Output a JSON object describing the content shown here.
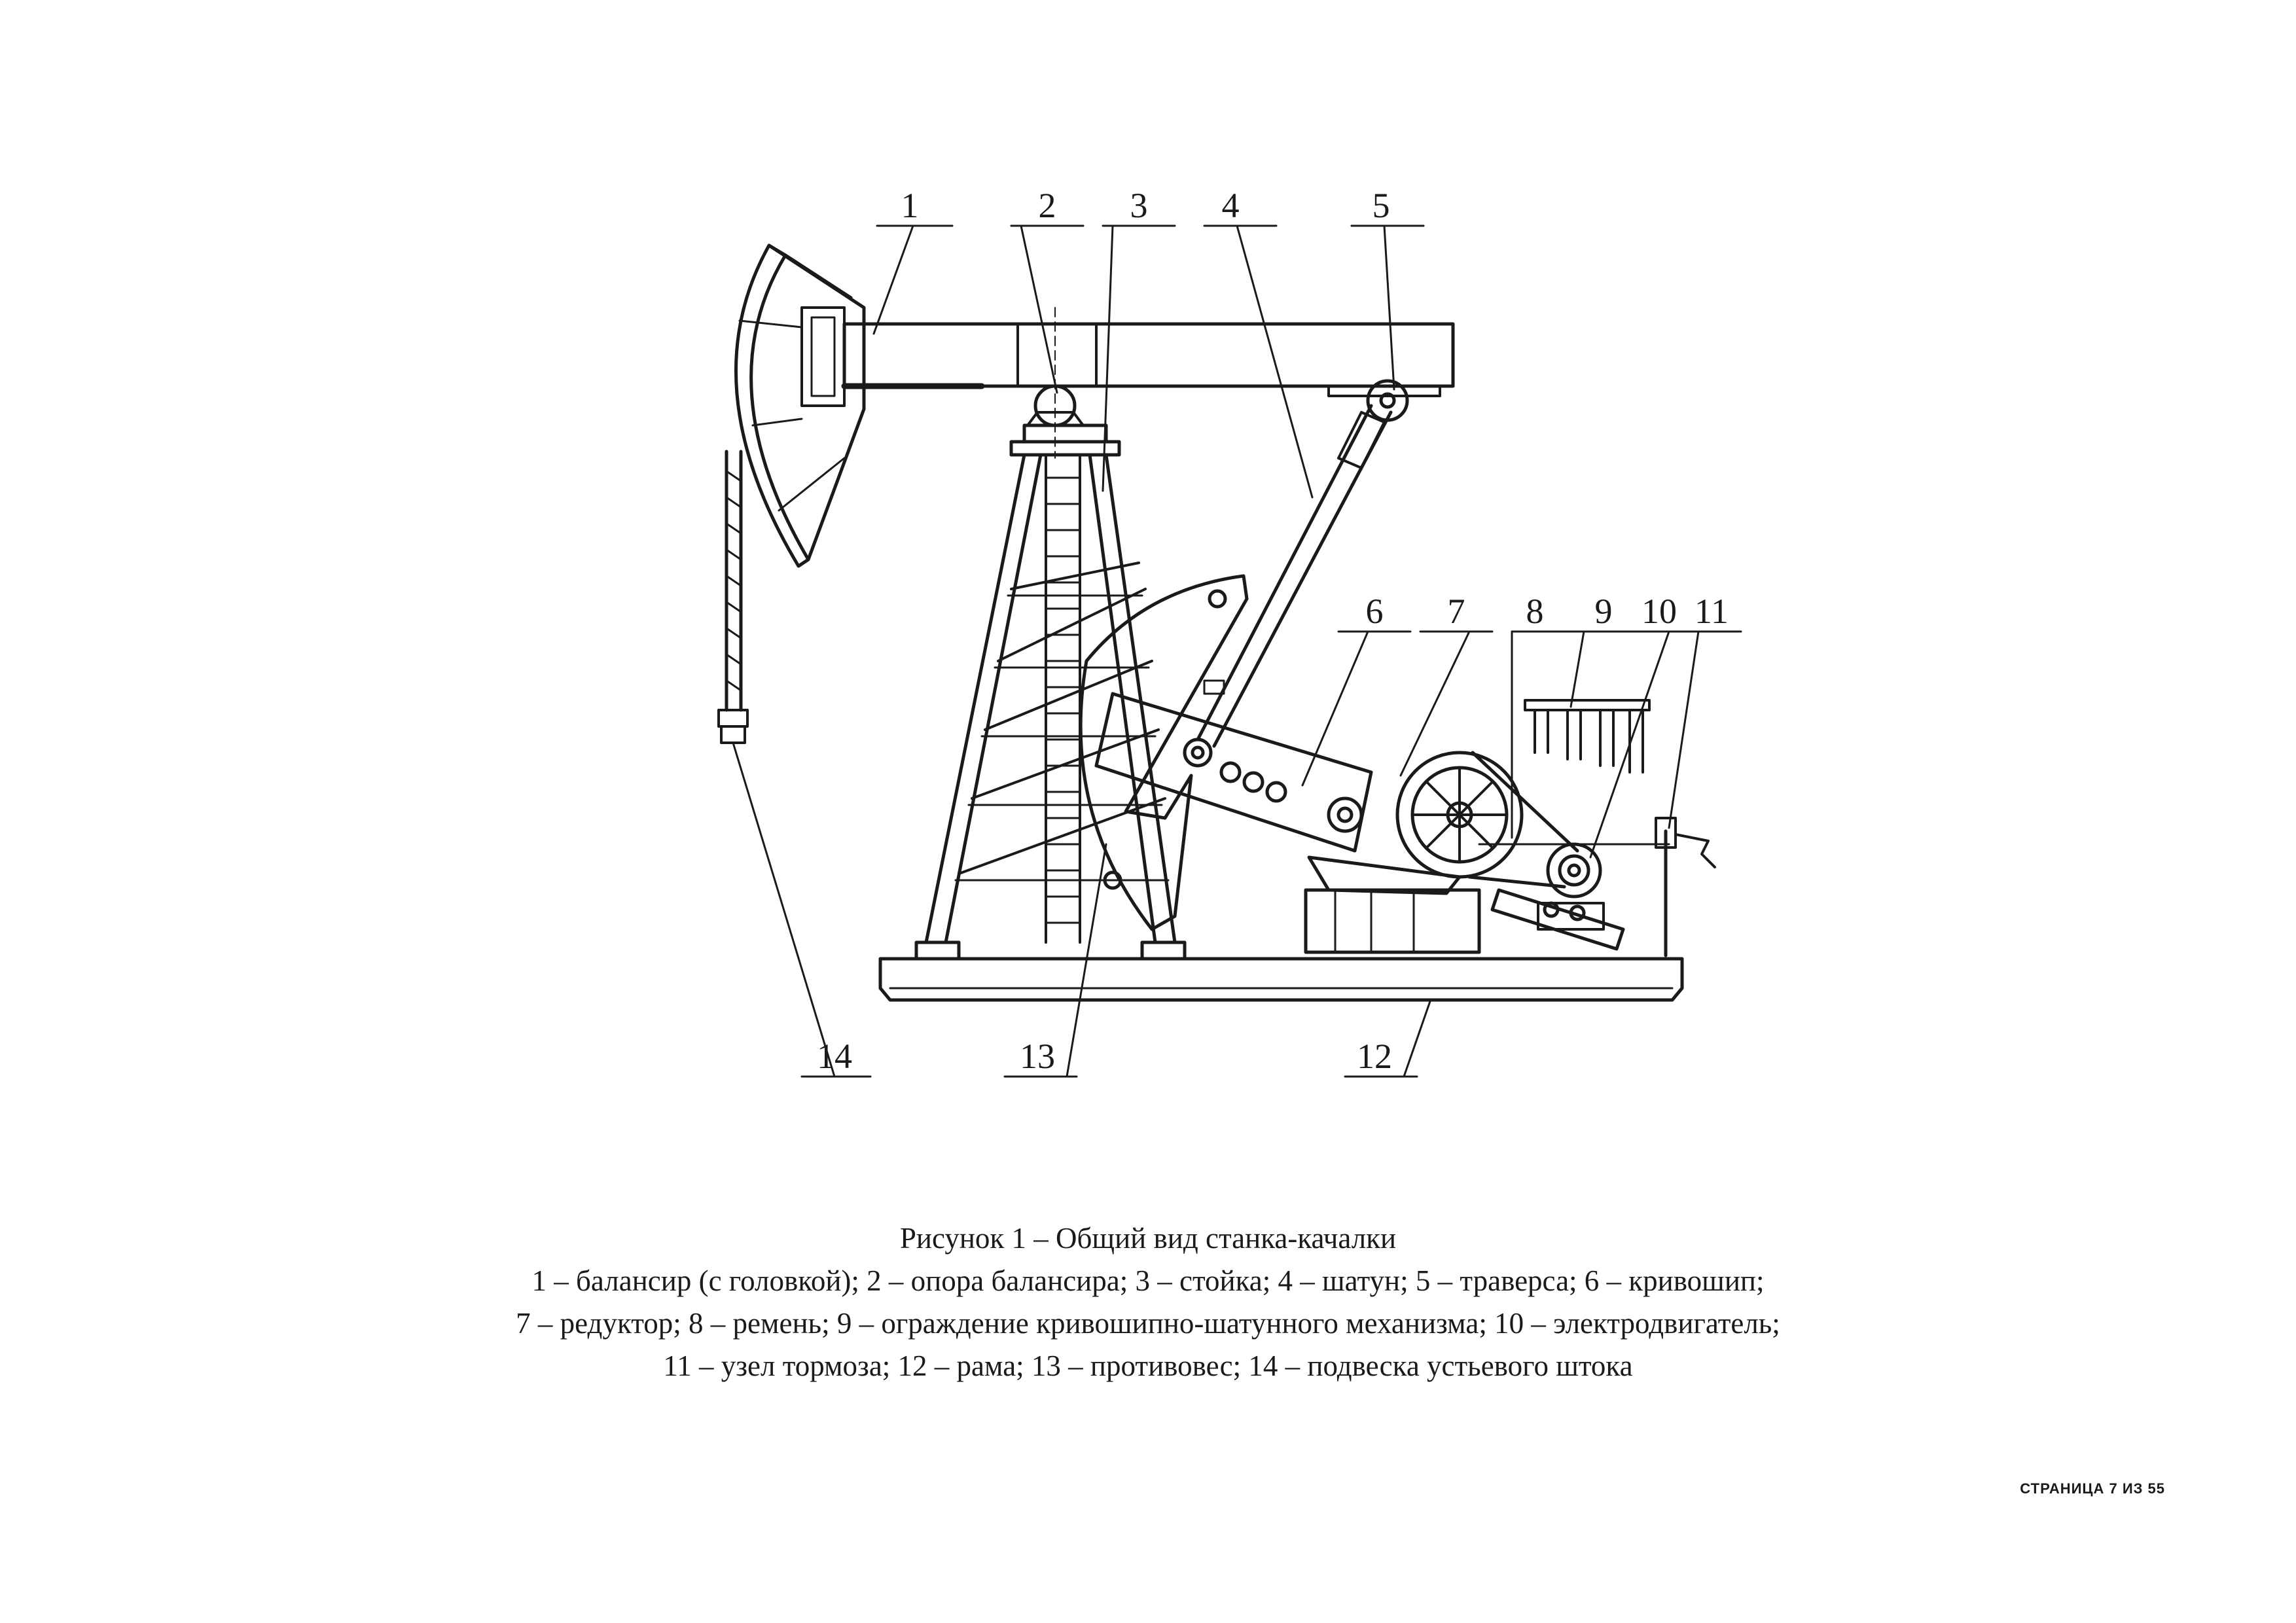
{
  "figure": {
    "callouts": [
      "1",
      "2",
      "3",
      "4",
      "5",
      "6",
      "7",
      "8",
      "9",
      "10",
      "11",
      "12",
      "13",
      "14"
    ]
  },
  "caption": {
    "title": "Рисунок 1 – Общий вид станка-качалки",
    "lines": [
      "1 – балансир (с головкой); 2 – опора балансира; 3 – стойка; 4 – шатун; 5 – траверса; 6 – кривошип;",
      "7 – редуктор; 8 – ремень; 9 – ограждение кривошипно-шатунного механизма; 10 – электродвигатель;",
      "11 – узел тормоза; 12 – рама; 13 – противовес; 14 – подвеска устьевого штока"
    ]
  },
  "footer": {
    "page_label": "СТРАНИЦА 7 ИЗ 55"
  }
}
